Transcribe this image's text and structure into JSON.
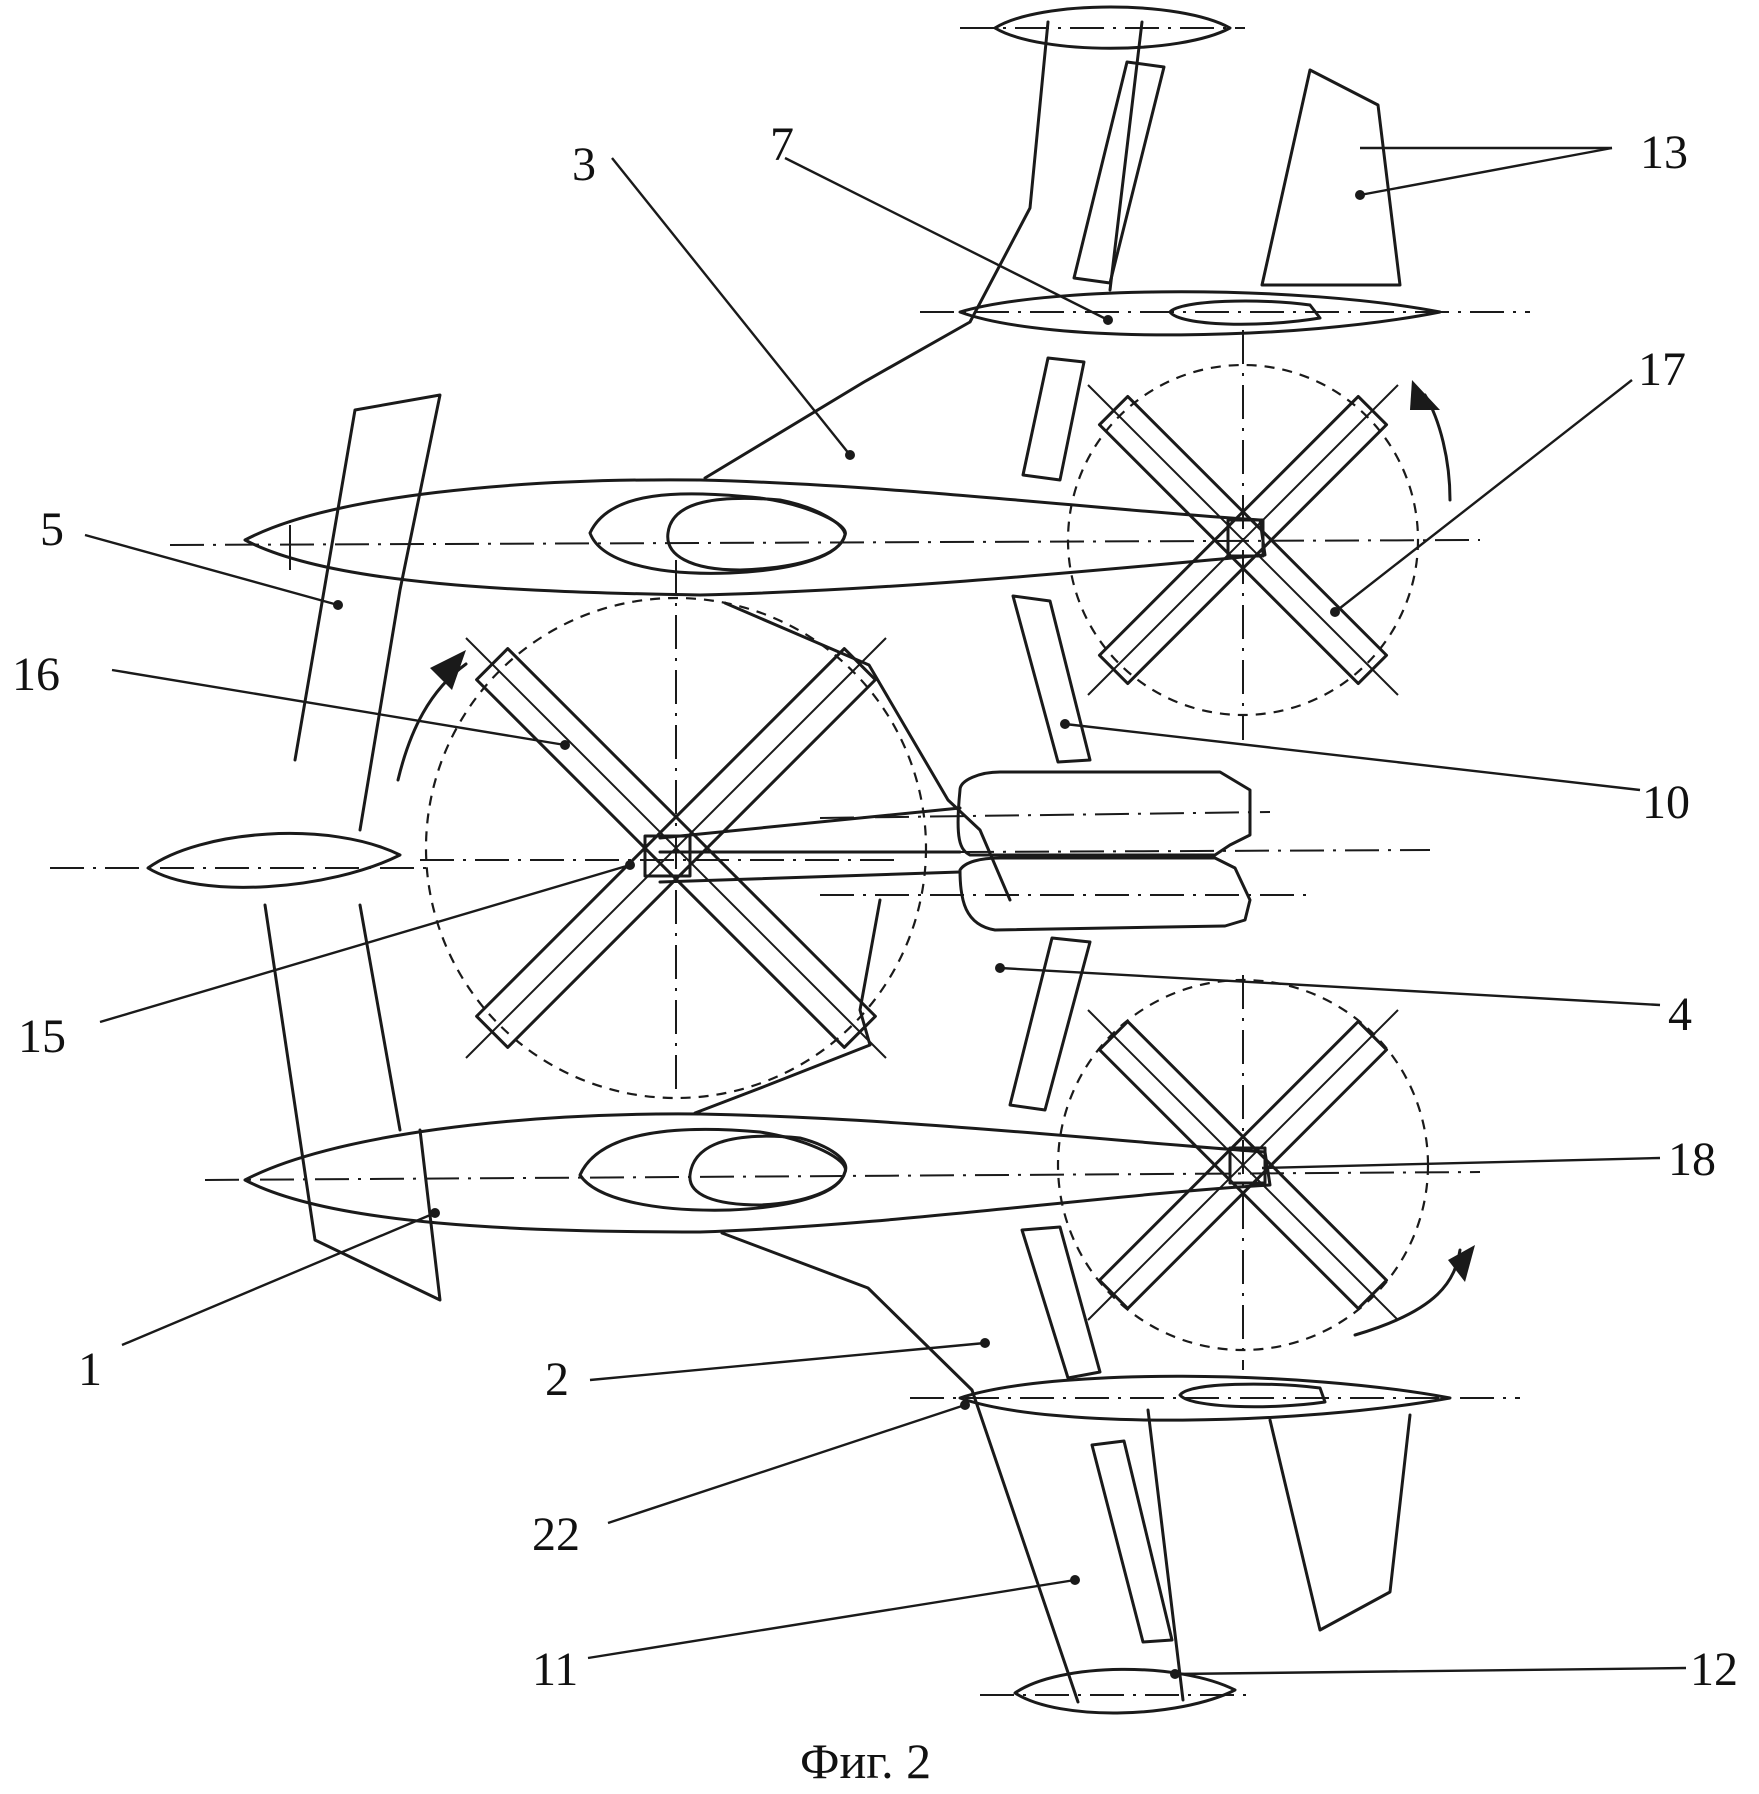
{
  "figure": {
    "caption": "Фиг. 2",
    "labels": {
      "l1": "1",
      "l2": "2",
      "l3": "3",
      "l4": "4",
      "l5": "5",
      "l7": "7",
      "l10": "10",
      "l11": "11",
      "l12": "12",
      "l13": "13",
      "l15": "15",
      "l16": "16",
      "l17": "17",
      "l18": "18",
      "l22": "22"
    }
  }
}
